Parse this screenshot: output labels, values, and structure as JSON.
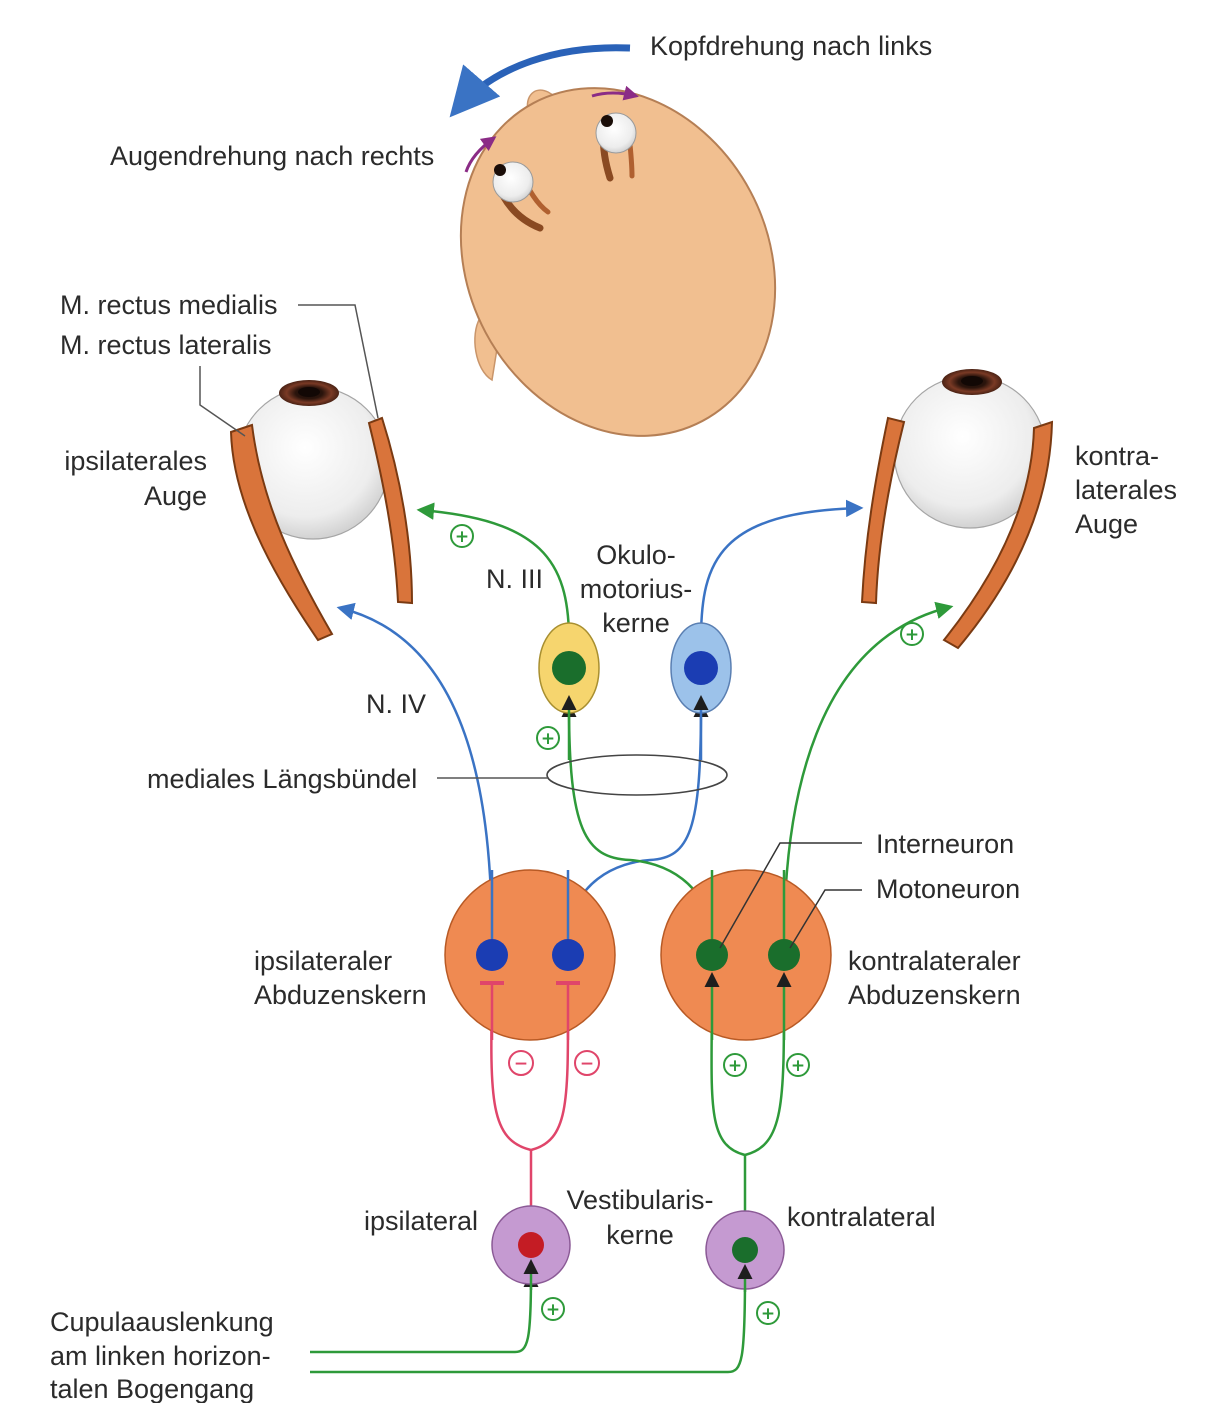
{
  "colors": {
    "green": "#2e9a3a",
    "blue": "#3a73c4",
    "red": "#e0456a",
    "purple": "#8b2c86",
    "skin": "#f1bf90",
    "muscle": "#d9743b",
    "nucleus_orange": "#ef8a52",
    "yellow_nucleus": "#f6d56e",
    "blue_nucleus": "#9cc2ea",
    "vestibular_purple": "#c59ad1",
    "dot_blue": "#1b3db3",
    "dot_green": "#1a6e2c",
    "dot_red": "#c41c24",
    "label_text": "#2b2b2b"
  },
  "labels": {
    "head_turn": "Kopfdrehung nach links",
    "eye_turn": "Augendrehung nach rechts",
    "rectus_medialis": "M. rectus medialis",
    "rectus_lateralis": "M. rectus lateralis",
    "ipsi_eye_1": "ipsilaterales",
    "ipsi_eye_2": "Auge",
    "contra_eye_1": "kontra-",
    "contra_eye_2": "laterales",
    "contra_eye_3": "Auge",
    "oculomotor_1": "Okulo-",
    "oculomotor_2": "motorius-",
    "oculomotor_3": "kerne",
    "n3": "N. III",
    "n4": "N. IV",
    "mlf": "mediales Längsbündel",
    "interneuron": "Interneuron",
    "motoneuron": "Motoneuron",
    "ipsi_abducens_1": "ipsilateraler",
    "ipsi_abducens_2": "Abduzenskern",
    "contra_abducens_1": "kontralateraler",
    "contra_abducens_2": "Abduzenskern",
    "vestibular_1": "Vestibularis-",
    "vestibular_2": "kerne",
    "ipsilateral": "ipsilateral",
    "kontralateral": "kontralateral",
    "cupula_1": "Cupulaauslenkung",
    "cupula_2": "am linken horizon-",
    "cupula_3": "talen Bogengang"
  },
  "signs": {
    "plus": "+",
    "minus": "−"
  }
}
